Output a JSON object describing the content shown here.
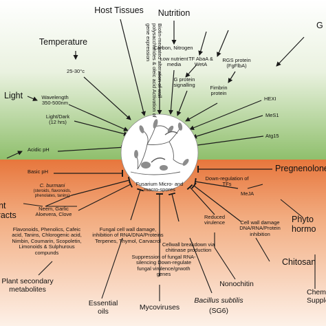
{
  "colors": {
    "green": "#9cc47c",
    "orange": "#e98a55",
    "arrow": "#1a1a1a"
  },
  "center": {
    "caption": "Fusarium Micro- and macro-spores"
  },
  "top": {
    "host_tissues": "Host Tissues",
    "nutrition": "Nutrition",
    "temperature": "Temperature",
    "light": "Light",
    "g_partial": "G",
    "host_rotated": "Biotin-mediated alteration of wall polysaccharides & oleic acid Activation of gene expression",
    "carbon_nitrogen": "Carbon, Nitrogen",
    "low_nutrient": "Low nutrient media",
    "tf_abaa": "TF AbaA & WetA",
    "rgs_protein": "RGS protein (FgFlbA)",
    "g_protein": "G protein signalling",
    "fimbrin": "Fimbrin protein",
    "hexi": "HEXI",
    "mes1": "MeS1",
    "atg15": "Atg15",
    "temp_range": "25-30°c",
    "wavelength": "Wavelength 350-500nm",
    "light_dark": "Light/Dark (12 hrs)"
  },
  "middle": {
    "acidic": "Acidic pH",
    "basic": "Basic pH",
    "pregnenolone": "Pregnenolone"
  },
  "bottom": {
    "plant_extracts": "Plant extracts",
    "c_burmani": "C. burmani",
    "c_burmani_sub": "(steroids, flavonoids, phenolates, tanins)",
    "neem": "Neem, Garlic Aloevera, Clove",
    "flavonoids": "Flavonoids, Phenolics, Cafeic acid, Tanins, Chlorogenic acid, Nimbin, Coumarin, Scopoletin, Limonoids & Sulphurous compunds",
    "plant_secondary": "Plant secondary metabolites",
    "fungal_wall": "Fungal cell wall damage, inhibition of RNA/DNA/Proteins Terpenes, Thymol, Carvacrol",
    "essential_oils": "Essential oils",
    "suppression": "Suppression of fungal RNA-silencing Down-regulate fungal virulence/grwoth genes",
    "mycoviruses": "Mycoviruses",
    "cellwall_breakdown": "Cellwall breakdown via chitinase production",
    "reduced_virulence": "Reduced virulence",
    "nonochitin": "Nonochitin",
    "bacillus": "Bacillus subtilis",
    "sg6": "(SG6)",
    "downreg_tfs": "Down-regulation of TFs",
    "meja": "MeJA",
    "cellwall_damage": "Cell wall damage DNA/RNA/Protein inhibition",
    "chitosan": "Chitosan",
    "phyto": "Phyto hormo",
    "chem": "Chem Supple"
  }
}
